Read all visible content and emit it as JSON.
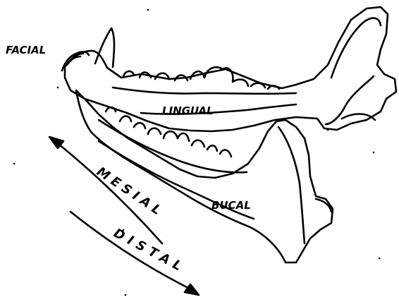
{
  "labels": {
    "facial": "FACIAL",
    "lingual": "LINGUAL",
    "bucal": "BUCAL",
    "mesial": "MESIAL",
    "distal": "DISTAL"
  },
  "colors": {
    "ink": "#000000",
    "paper": "#ffffff"
  }
}
